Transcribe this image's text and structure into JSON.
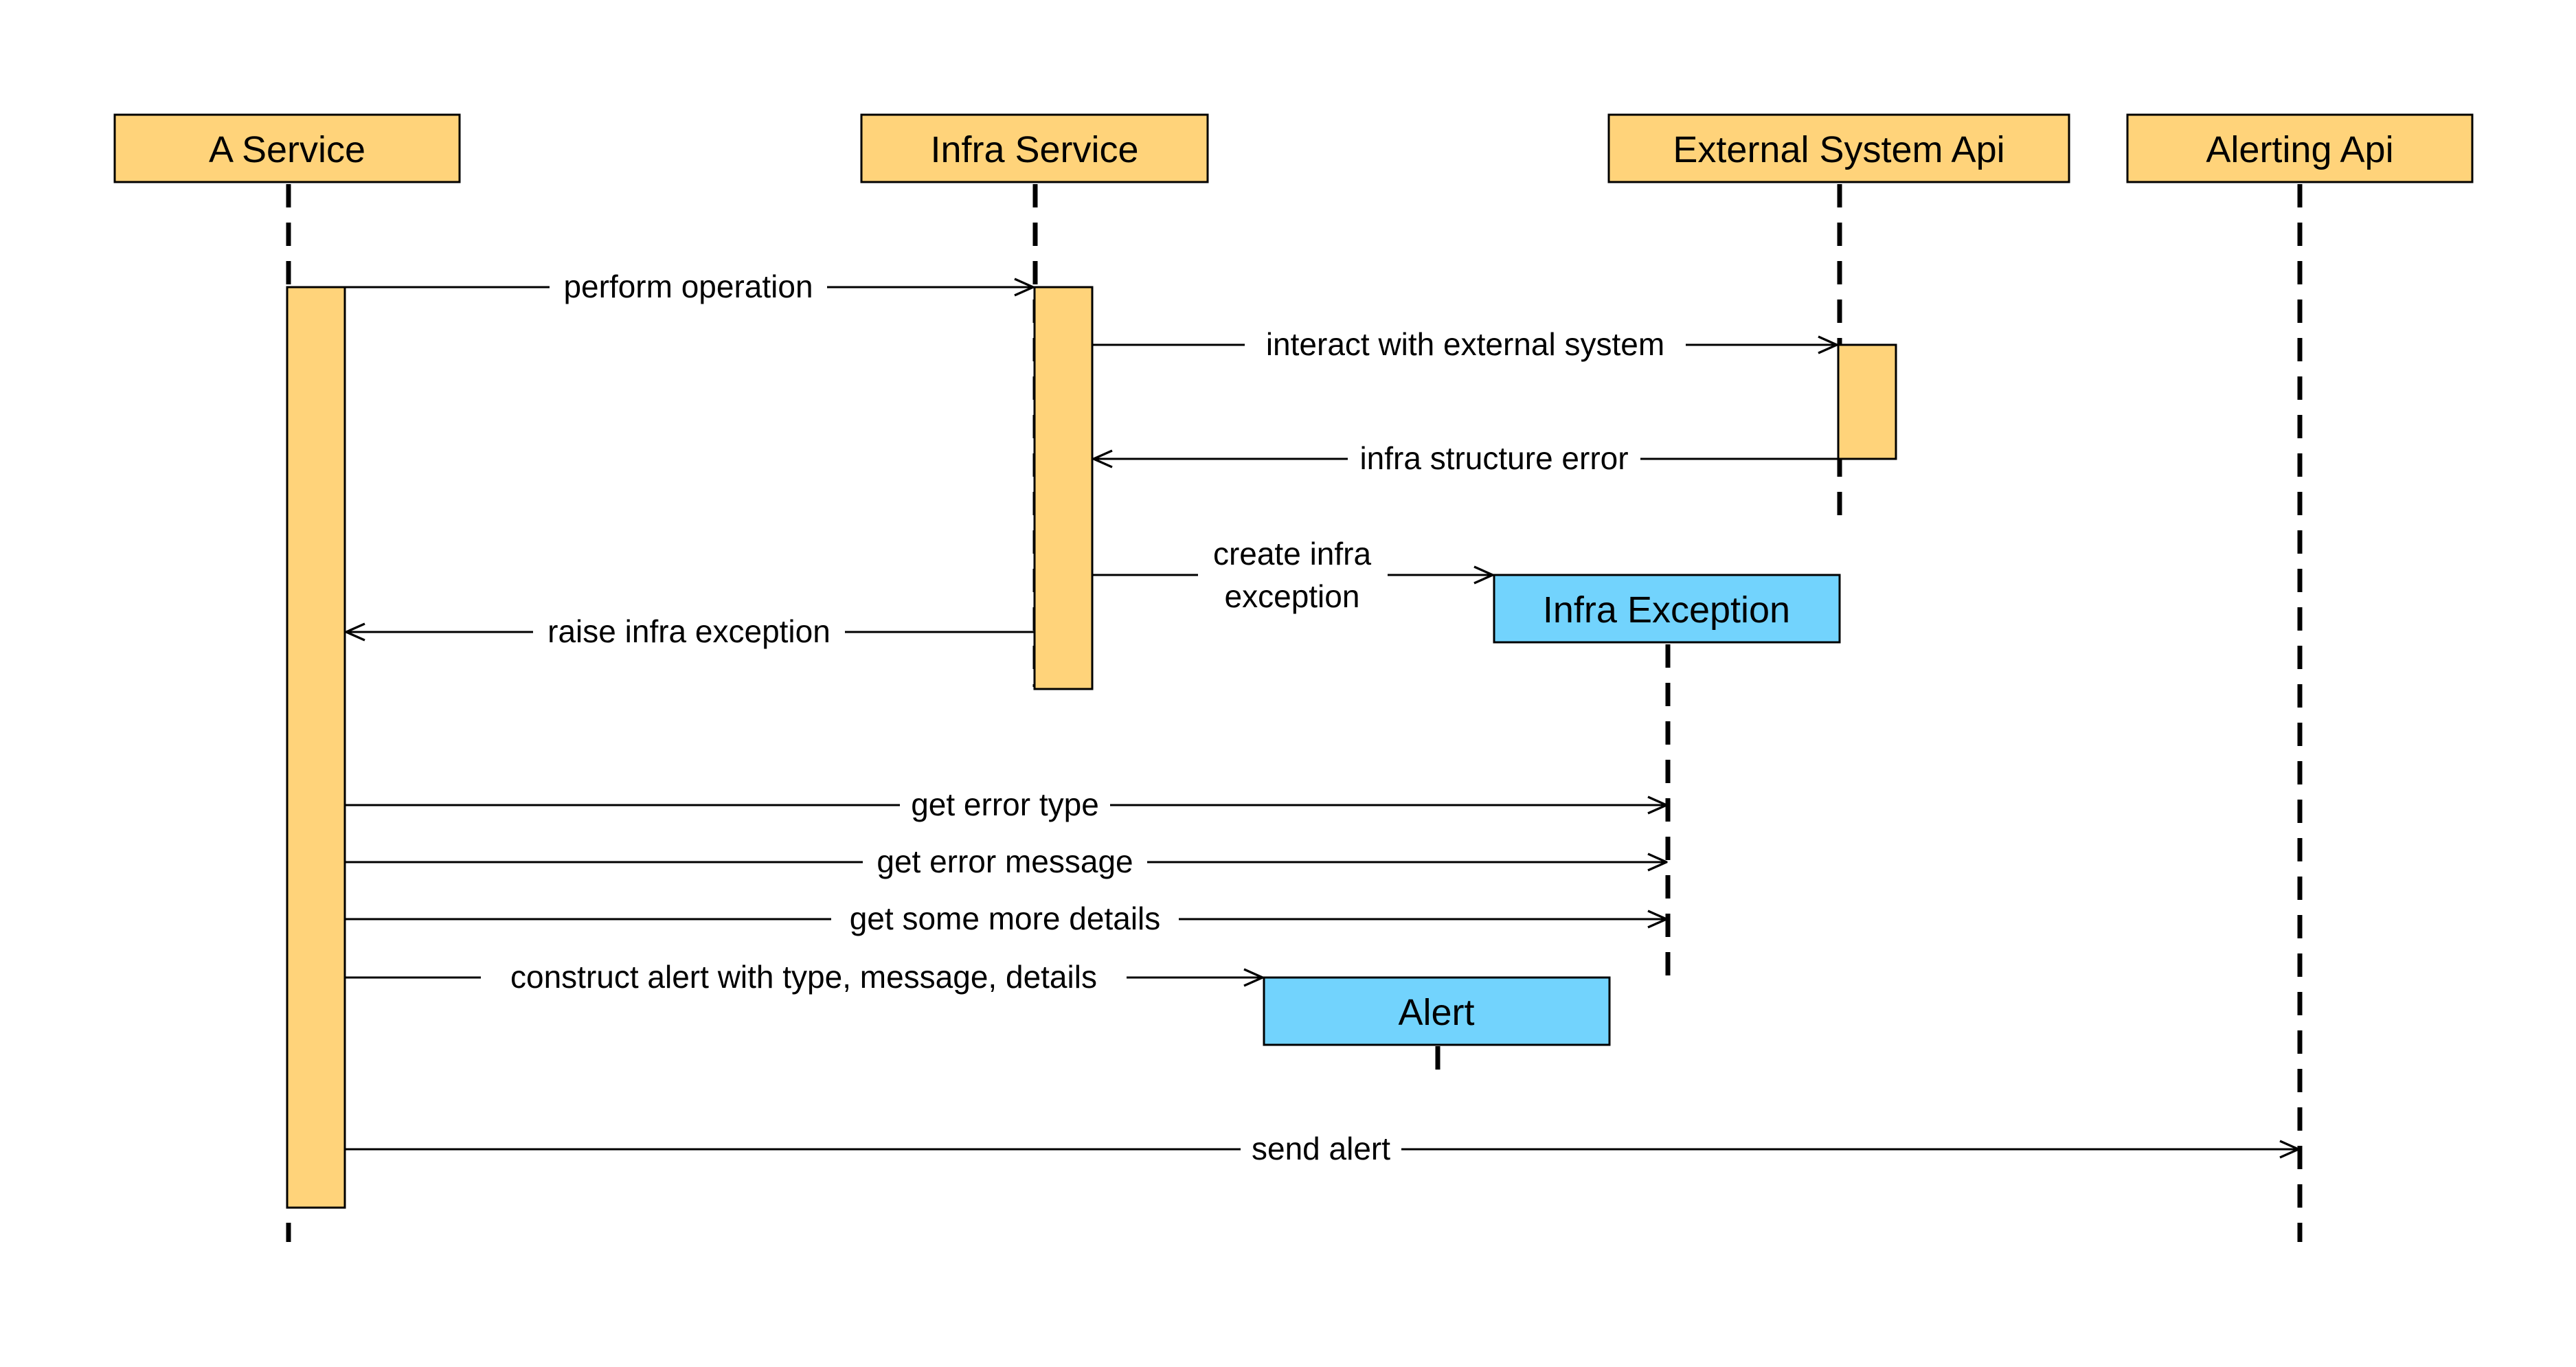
{
  "colors": {
    "participant_fill": "#FFD37A",
    "object_fill": "#72D3FD",
    "activation_fill": "#FFD37A",
    "line": "#000000",
    "background": "#FFFFFF"
  },
  "participants": [
    {
      "id": "a_service",
      "label": "A Service"
    },
    {
      "id": "infra_service",
      "label": "Infra Service"
    },
    {
      "id": "external_api",
      "label": "External System Api"
    },
    {
      "id": "alerting_api",
      "label": "Alerting Api"
    }
  ],
  "created_objects": [
    {
      "id": "infra_exception",
      "label": "Infra Exception"
    },
    {
      "id": "alert",
      "label": "Alert"
    }
  ],
  "messages": [
    {
      "id": "m1",
      "label": "perform operation",
      "from": "a_service",
      "to": "infra_service"
    },
    {
      "id": "m2",
      "label": "interact with external system",
      "from": "infra_service",
      "to": "external_api"
    },
    {
      "id": "m3",
      "label": "infra structure error",
      "from": "external_api",
      "to": "infra_service"
    },
    {
      "id": "m4",
      "label": [
        "create infra",
        "exception"
      ],
      "from": "infra_service",
      "to": "infra_exception"
    },
    {
      "id": "m5",
      "label": "raise infra exception",
      "from": "infra_service",
      "to": "a_service"
    },
    {
      "id": "m6",
      "label": "get error type",
      "from": "a_service",
      "to": "infra_exception"
    },
    {
      "id": "m7",
      "label": "get error message",
      "from": "a_service",
      "to": "infra_exception"
    },
    {
      "id": "m8",
      "label": "get some more details",
      "from": "a_service",
      "to": "infra_exception"
    },
    {
      "id": "m9",
      "label": "construct alert with type, message, details",
      "from": "a_service",
      "to": "alert"
    },
    {
      "id": "m10",
      "label": "send alert",
      "from": "a_service",
      "to": "alerting_api"
    }
  ]
}
